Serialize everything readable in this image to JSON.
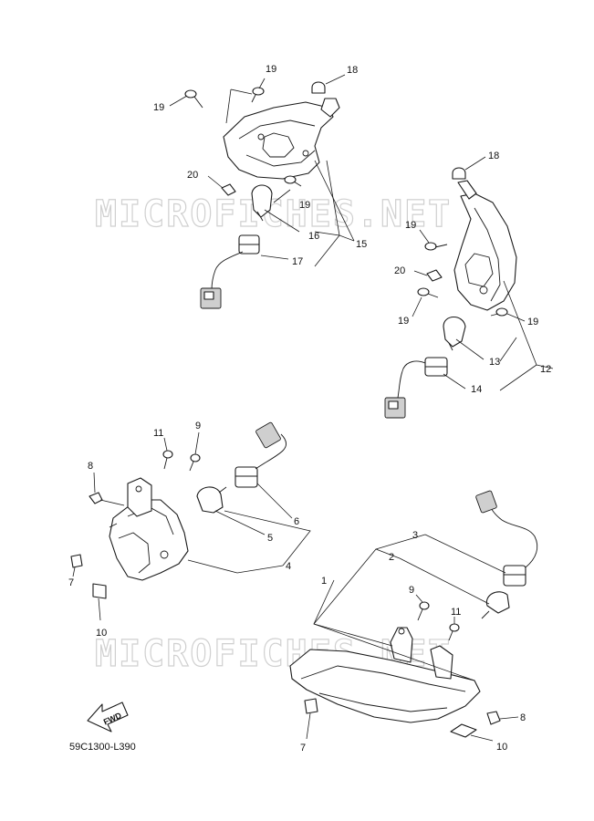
{
  "watermark": {
    "text": "MICROFICHES.NET"
  },
  "diagram_code": "59C1300-L390",
  "fwd_label": "FWD",
  "callouts": {
    "c1": "1",
    "c2": "2",
    "c3": "3",
    "c4": "4",
    "c5": "5",
    "c6": "6",
    "c7a": "7",
    "c7b": "7",
    "c8a": "8",
    "c8b": "8",
    "c9a": "9",
    "c9b": "9",
    "c10a": "10",
    "c10b": "10",
    "c11a": "11",
    "c11b": "11",
    "c12": "12",
    "c13": "13",
    "c14": "14",
    "c15": "15",
    "c16": "16",
    "c17": "17",
    "c18a": "18",
    "c18b": "18",
    "c19a": "19",
    "c19b": "19",
    "c19c": "19",
    "c19d": "19",
    "c19e": "19",
    "c19f": "19",
    "c20a": "20",
    "c20b": "20"
  }
}
